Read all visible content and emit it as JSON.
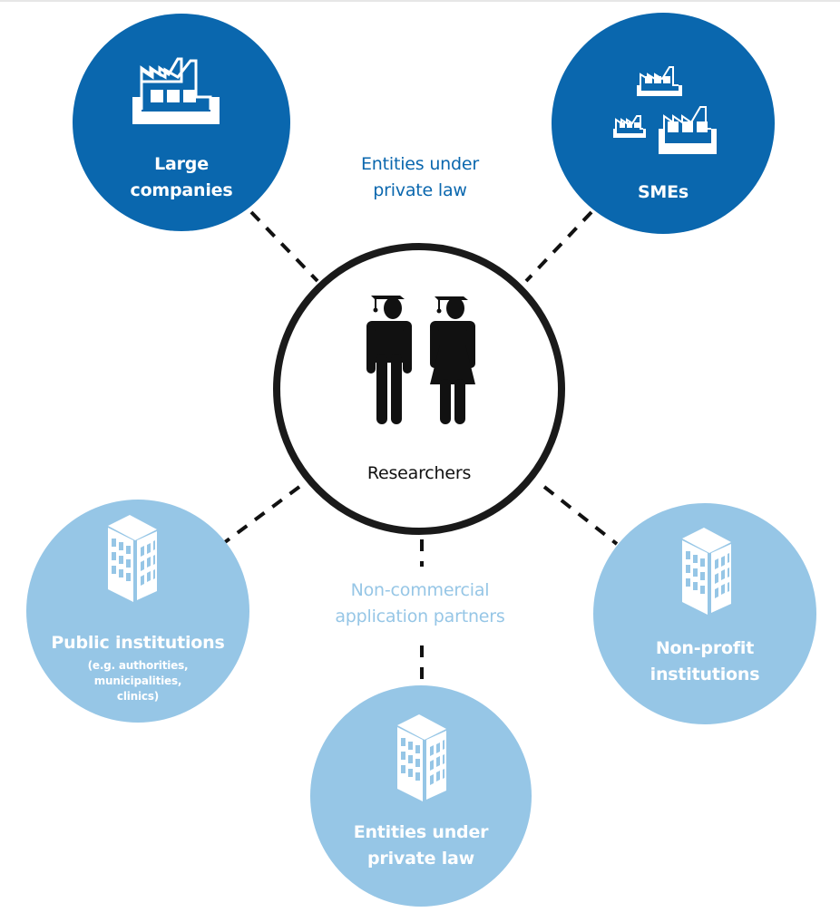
{
  "colors": {
    "private_law_blue": "#0a67ae",
    "non_commercial_light_blue": "#96c6e6",
    "center_ring": "#1a1a1a",
    "connector": "#111111"
  },
  "center": {
    "label": "Researchers",
    "icon": "graduate-man-woman-icon"
  },
  "groups": {
    "private_law": {
      "caption_line1": "Entities under",
      "caption_line2": "private law"
    },
    "non_commercial": {
      "caption_line1": "Non-commercial",
      "caption_line2": "application partners"
    }
  },
  "nodes": [
    {
      "id": "large-companies",
      "group": "private_law",
      "line1": "Large",
      "line2": "companies",
      "icon": "factory-icon"
    },
    {
      "id": "smes",
      "group": "private_law",
      "line1": "SMEs",
      "icon": "small-factories-icon"
    },
    {
      "id": "public-institutions",
      "group": "non_commercial",
      "line1": "Public institutions",
      "sub1": "(e.g. authorities,",
      "sub2": "municipalities,",
      "sub3": "clinics)",
      "icon": "building-icon"
    },
    {
      "id": "non-profit-institutions",
      "group": "non_commercial",
      "line1": "Non-profit",
      "line2": "institutions",
      "icon": "building-icon"
    },
    {
      "id": "entities-private-law",
      "group": "non_commercial",
      "line1": "Entities under",
      "line2": "private law",
      "icon": "building-icon"
    }
  ]
}
